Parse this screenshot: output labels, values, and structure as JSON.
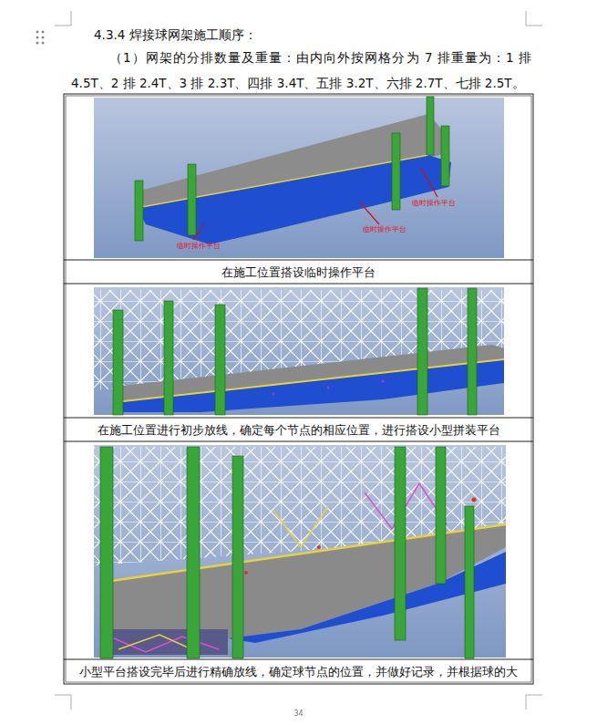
{
  "diagram": {
    "title": "4.3.4 焊接球网架施工顺序：",
    "labels": [
      "（1）网架的分排数量及重量：由内向外按网格分为 7 排重量为：1 排 4.5T、2 排 2.4T、3 排 2.3T、四排 3.4T、五排 3.2T、六排 2.7T、七排 2.5T。",
      "临时操作平台",
      "临时操作平台",
      "临时操作平台",
      "在施工位置搭设临时操作平台",
      "在施工位置进行初步放线，确定每个节点的相应位置，进行搭设小型拼装平台",
      "小型平台搭设完毕后进行精确放线，确定球节点的位置，并做好记录，并根据球的大",
      "34"
    ]
  }
}
